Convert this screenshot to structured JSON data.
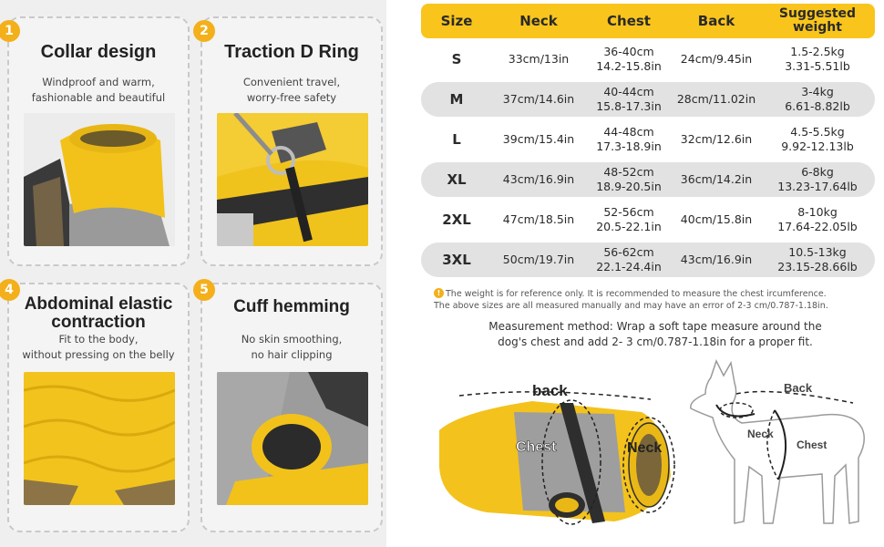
{
  "features": [
    {
      "number": "1",
      "title": "Collar design",
      "subtitle": [
        "Windproof and warm,",
        "fashionable and beautiful"
      ]
    },
    {
      "number": "2",
      "title": "Traction D Ring",
      "subtitle": [
        "Convenient travel,",
        "worry-free safety"
      ]
    },
    {
      "number": "4",
      "title": [
        "Abdominal elastic",
        "contraction"
      ],
      "subtitle": [
        "Fit to the body,",
        "without pressing on the belly"
      ]
    },
    {
      "number": "5",
      "title": "Cuff hemming",
      "subtitle": [
        "No skin smoothing,",
        "no hair clipping"
      ]
    }
  ],
  "size_table": {
    "headers": {
      "size": "Size",
      "neck": "Neck",
      "chest": "Chest",
      "back": "Back",
      "weight": [
        "Suggested",
        "weight"
      ]
    },
    "rows": [
      {
        "size": "S",
        "neck": "33cm/13in",
        "chest": [
          "36-40cm",
          "14.2-15.8in"
        ],
        "back": "24cm/9.45in",
        "weight": [
          "1.5-2.5kg",
          "3.31-5.51lb"
        ]
      },
      {
        "size": "M",
        "neck": "37cm/14.6in",
        "chest": [
          "40-44cm",
          "15.8-17.3in"
        ],
        "back": "28cm/11.02in",
        "weight": [
          "3-4kg",
          "6.61-8.82lb"
        ]
      },
      {
        "size": "L",
        "neck": "39cm/15.4in",
        "chest": [
          "44-48cm",
          "17.3-18.9in"
        ],
        "back": "32cm/12.6in",
        "weight": [
          "4.5-5.5kg",
          "9.92-12.13lb"
        ]
      },
      {
        "size": "XL",
        "neck": "43cm/16.9in",
        "chest": [
          "48-52cm",
          "18.9-20.5in"
        ],
        "back": "36cm/14.2in",
        "weight": [
          "6-8kg",
          "13.23-17.64lb"
        ]
      },
      {
        "size": "2XL",
        "neck": "47cm/18.5in",
        "chest": [
          "52-56cm",
          "20.5-22.1in"
        ],
        "back": "40cm/15.8in",
        "weight": [
          "8-10kg",
          "17.64-22.05lb"
        ]
      },
      {
        "size": "3XL",
        "neck": "50cm/19.7in",
        "chest": [
          "56-62cm",
          "22.1-24.4in"
        ],
        "back": "43cm/16.9in",
        "weight": [
          "10.5-13kg",
          "23.15-28.66lb"
        ]
      }
    ]
  },
  "note": {
    "icon": "!",
    "line1": "The weight is for reference only. It is recommended to measure the chest ircumference.",
    "line2": "The above sizes are all measured manually and may have an error of 2-3 cm/0.787-1.18in."
  },
  "method": {
    "line1": "Measurement method: Wrap a soft tape measure around the",
    "line2": "dog's chest and add 2- 3 cm/0.787-1.18in for a proper fit."
  },
  "coat_labels": {
    "back": "back",
    "chest": "Chest",
    "neck": "Neck"
  },
  "dog_labels": {
    "back": "Back",
    "neck": "Neck",
    "chest": "Chest"
  },
  "colors": {
    "accent_yellow": "#f9c51c",
    "badge_orange": "#f4b01a",
    "row_gray": "#e2e2e2",
    "panel_gray": "#efefef"
  }
}
